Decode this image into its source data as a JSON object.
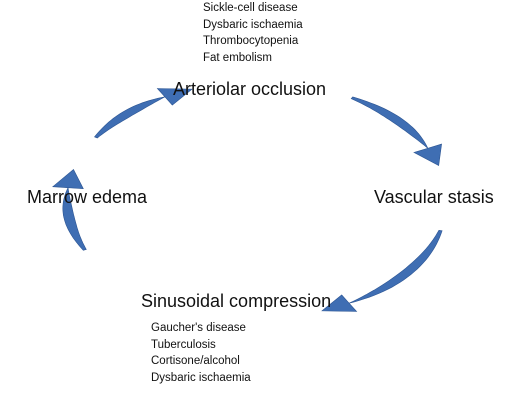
{
  "diagram": {
    "arrow_color": "#3f6eb3",
    "nodes": {
      "top": "Arteriolar occlusion",
      "right": "Vascular stasis",
      "bottom": "Sinusoidal compression",
      "left": "Marrow edema"
    },
    "top_causes": [
      "Sickle-cell disease",
      "Dysbaric ischaemia",
      "Thrombocytopenia",
      "Fat embolism"
    ],
    "bottom_causes": [
      "Gaucher's disease",
      "Tuberculosis",
      "Cortisone/alcohol",
      "Dysbaric ischaemia"
    ]
  }
}
